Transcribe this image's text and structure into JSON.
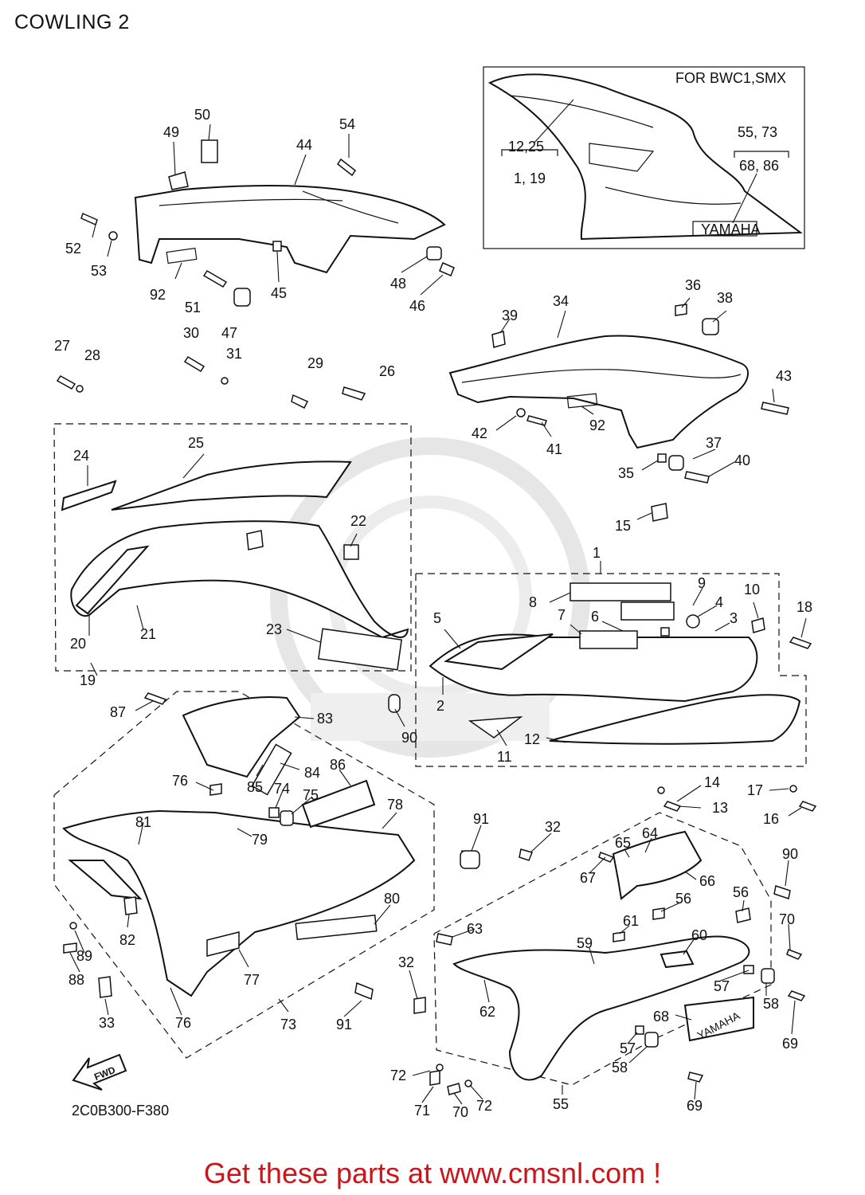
{
  "title": "COWLING 2",
  "diagram_code": "2C0B300-F380",
  "footer_text": "Get these parts at www.cmsnl.com !",
  "inset": {
    "caption": "FOR BWC1,SMX",
    "ref_a_top": "12,25",
    "ref_a_bottom": "1, 19",
    "ref_b_top": "55, 73",
    "ref_b_bottom": "68, 86",
    "brand": "YAMAHA"
  },
  "brand_decal": "YAMAHA",
  "fwd_label": "FWD",
  "colors": {
    "footer": "#c8161d",
    "lines": "#111111"
  },
  "labels": [
    {
      "id": "l50",
      "text": "50"
    },
    {
      "id": "l49",
      "text": "49"
    },
    {
      "id": "l44",
      "text": "44"
    },
    {
      "id": "l54",
      "text": "54"
    },
    {
      "id": "l52",
      "text": "52"
    },
    {
      "id": "l53",
      "text": "53"
    },
    {
      "id": "l92a",
      "text": "92"
    },
    {
      "id": "l51",
      "text": "51"
    },
    {
      "id": "l47",
      "text": "47"
    },
    {
      "id": "l45",
      "text": "45"
    },
    {
      "id": "l48",
      "text": "48"
    },
    {
      "id": "l46",
      "text": "46"
    },
    {
      "id": "l36",
      "text": "36"
    },
    {
      "id": "l38",
      "text": "38"
    },
    {
      "id": "l34",
      "text": "34"
    },
    {
      "id": "l39",
      "text": "39"
    },
    {
      "id": "l43",
      "text": "43"
    },
    {
      "id": "l42",
      "text": "42"
    },
    {
      "id": "l41",
      "text": "41"
    },
    {
      "id": "l92b",
      "text": "92"
    },
    {
      "id": "l37",
      "text": "37"
    },
    {
      "id": "l35",
      "text": "35"
    },
    {
      "id": "l40",
      "text": "40"
    },
    {
      "id": "l27",
      "text": "27"
    },
    {
      "id": "l28",
      "text": "28"
    },
    {
      "id": "l30",
      "text": "30"
    },
    {
      "id": "l31",
      "text": "31"
    },
    {
      "id": "l29",
      "text": "29"
    },
    {
      "id": "l26",
      "text": "26"
    },
    {
      "id": "l24",
      "text": "24"
    },
    {
      "id": "l25",
      "text": "25"
    },
    {
      "id": "l22",
      "text": "22"
    },
    {
      "id": "l23",
      "text": "23"
    },
    {
      "id": "l20",
      "text": "20"
    },
    {
      "id": "l21",
      "text": "21"
    },
    {
      "id": "l19",
      "text": "19"
    },
    {
      "id": "l15",
      "text": "15"
    },
    {
      "id": "l1",
      "text": "1"
    },
    {
      "id": "l9",
      "text": "9"
    },
    {
      "id": "l8",
      "text": "8"
    },
    {
      "id": "l4",
      "text": "4"
    },
    {
      "id": "l10",
      "text": "10"
    },
    {
      "id": "l18",
      "text": "18"
    },
    {
      "id": "l7",
      "text": "7"
    },
    {
      "id": "l6",
      "text": "6"
    },
    {
      "id": "l3",
      "text": "3"
    },
    {
      "id": "l5",
      "text": "5"
    },
    {
      "id": "l2",
      "text": "2"
    },
    {
      "id": "l11",
      "text": "11"
    },
    {
      "id": "l12",
      "text": "12"
    },
    {
      "id": "l14",
      "text": "14"
    },
    {
      "id": "l13",
      "text": "13"
    },
    {
      "id": "l17",
      "text": "17"
    },
    {
      "id": "l16",
      "text": "16"
    },
    {
      "id": "l87",
      "text": "87"
    },
    {
      "id": "l83",
      "text": "83"
    },
    {
      "id": "l90a",
      "text": "90"
    },
    {
      "id": "l84",
      "text": "84"
    },
    {
      "id": "l86",
      "text": "86"
    },
    {
      "id": "l85",
      "text": "85"
    },
    {
      "id": "l74",
      "text": "74"
    },
    {
      "id": "l75",
      "text": "75"
    },
    {
      "id": "l76a",
      "text": "76"
    },
    {
      "id": "l78",
      "text": "78"
    },
    {
      "id": "l81",
      "text": "81"
    },
    {
      "id": "l79",
      "text": "79"
    },
    {
      "id": "l80",
      "text": "80"
    },
    {
      "id": "l82",
      "text": "82"
    },
    {
      "id": "l89",
      "text": "89"
    },
    {
      "id": "l88",
      "text": "88"
    },
    {
      "id": "l77",
      "text": "77"
    },
    {
      "id": "l33",
      "text": "33"
    },
    {
      "id": "l76b",
      "text": "76"
    },
    {
      "id": "l73",
      "text": "73"
    },
    {
      "id": "l91a",
      "text": "91"
    },
    {
      "id": "l91b",
      "text": "91"
    },
    {
      "id": "l32a",
      "text": "32"
    },
    {
      "id": "l65",
      "text": "65"
    },
    {
      "id": "l64",
      "text": "64"
    },
    {
      "id": "l90b",
      "text": "90"
    },
    {
      "id": "l67",
      "text": "67"
    },
    {
      "id": "l66",
      "text": "66"
    },
    {
      "id": "l56a",
      "text": "56"
    },
    {
      "id": "l56b",
      "text": "56"
    },
    {
      "id": "l61",
      "text": "61"
    },
    {
      "id": "l63",
      "text": "63"
    },
    {
      "id": "l70a",
      "text": "70"
    },
    {
      "id": "l60",
      "text": "60"
    },
    {
      "id": "l59",
      "text": "59"
    },
    {
      "id": "l32b",
      "text": "32"
    },
    {
      "id": "l57a",
      "text": "57"
    },
    {
      "id": "l58a",
      "text": "58"
    },
    {
      "id": "l62",
      "text": "62"
    },
    {
      "id": "l68",
      "text": "68"
    },
    {
      "id": "l69a",
      "text": "69"
    },
    {
      "id": "l57b",
      "text": "57"
    },
    {
      "id": "l58b",
      "text": "58"
    },
    {
      "id": "l72a",
      "text": "72"
    },
    {
      "id": "l71",
      "text": "71"
    },
    {
      "id": "l70b",
      "text": "70"
    },
    {
      "id": "l72b",
      "text": "72"
    },
    {
      "id": "l55",
      "text": "55"
    },
    {
      "id": "l69b",
      "text": "69"
    }
  ]
}
